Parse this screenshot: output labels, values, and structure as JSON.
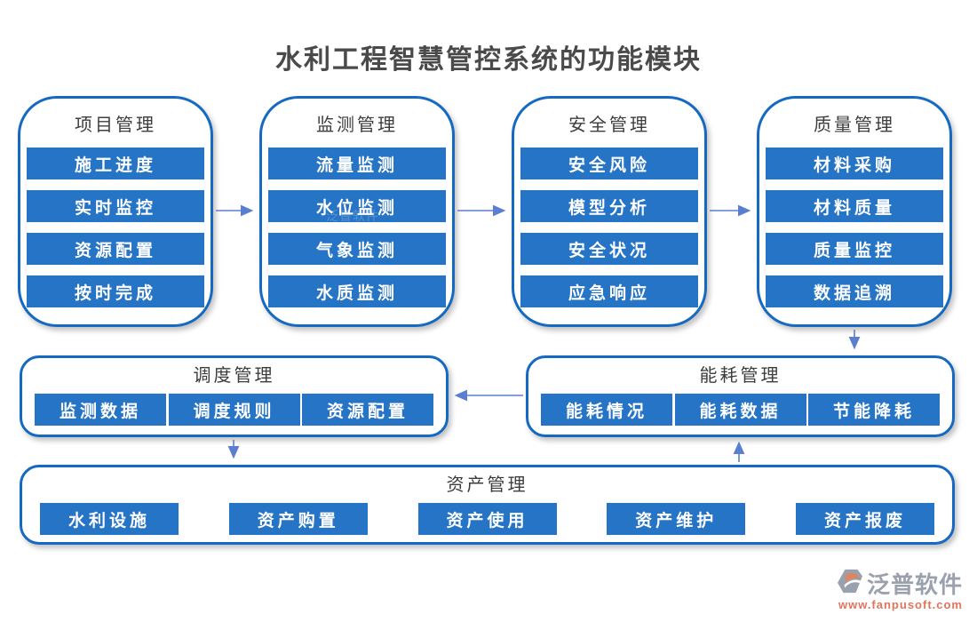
{
  "title": "水利工程智慧管控系统的功能模块",
  "groups": [
    {
      "id": "project",
      "title": "项目管理",
      "items": [
        "施工进度",
        "实时监控",
        "资源配置",
        "按时完成"
      ]
    },
    {
      "id": "monitor",
      "title": "监测管理",
      "items": [
        "流量监测",
        "水位监测",
        "气象监测",
        "水质监测"
      ]
    },
    {
      "id": "safety",
      "title": "安全管理",
      "items": [
        "安全风险",
        "模型分析",
        "安全状况",
        "应急响应"
      ]
    },
    {
      "id": "quality",
      "title": "质量管理",
      "items": [
        "材料采购",
        "材料质量",
        "质量监控",
        "数据追溯"
      ]
    },
    {
      "id": "dispatch",
      "title": "调度管理",
      "items": [
        "监测数据",
        "调度规则",
        "资源配置"
      ]
    },
    {
      "id": "energy",
      "title": "能耗管理",
      "items": [
        "能耗情况",
        "能耗数据",
        "节能降耗"
      ]
    },
    {
      "id": "asset",
      "title": "资产管理",
      "items": [
        "水利设施",
        "资产购置",
        "资产使用",
        "资产维护",
        "资产报废"
      ]
    }
  ],
  "connections": [
    {
      "from": "项目管理",
      "to": "监测管理",
      "direction": "right"
    },
    {
      "from": "监测管理",
      "to": "安全管理",
      "direction": "right"
    },
    {
      "from": "安全管理",
      "to": "质量管理",
      "direction": "right"
    },
    {
      "from": "质量管理",
      "to": "能耗管理",
      "direction": "down"
    },
    {
      "from": "能耗管理",
      "to": "调度管理",
      "direction": "left"
    },
    {
      "from": "调度管理",
      "to": "资产管理",
      "direction": "down"
    },
    {
      "from": "资产管理",
      "to": "能耗管理",
      "direction": "up"
    }
  ],
  "watermark": {
    "line1": "泛普软件",
    "line2": "FANPU SOFTWARE"
  },
  "logo": {
    "brand": "泛普软件",
    "url": "www.fanpusoft.com"
  },
  "colors": {
    "button_blue": "#2674c6",
    "border_blue": "#1569c2",
    "arrow_blue": "#5b7fd0",
    "title_gray": "#4a4a4a",
    "logo_gray": "#9aa1ad",
    "logo_orange": "#e2745b"
  }
}
